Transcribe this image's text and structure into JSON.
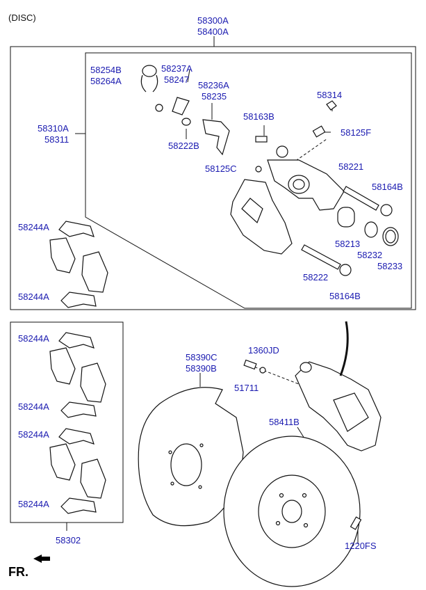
{
  "header": {
    "disc_label": "(DISC)"
  },
  "labels": {
    "p58300A": "58300A",
    "p58400A": "58400A",
    "p58254B": "58254B",
    "p58264A": "58264A",
    "p58237A": "58237A",
    "p58247": "58247",
    "p58236A": "58236A",
    "p58235": "58235",
    "p58314": "58314",
    "p58163B": "58163B",
    "p58125F": "58125F",
    "p58310A": "58310A",
    "p58311": "58311",
    "p58222B": "58222B",
    "p58125C": "58125C",
    "p58221": "58221",
    "p58164B_top": "58164B",
    "p58244A_1": "58244A",
    "p58244A_2": "58244A",
    "p58213": "58213",
    "p58232": "58232",
    "p58233": "58233",
    "p58222": "58222",
    "p58164B_bot": "58164B",
    "p58244A_3": "58244A",
    "p58244A_4": "58244A",
    "p58244A_5": "58244A",
    "p58244A_6": "58244A",
    "p58390C": "58390C",
    "p58390B": "58390B",
    "p1360JD": "1360JD",
    "p51711": "51711",
    "p58411B": "58411B",
    "p1220FS": "1220FS",
    "p58302": "58302"
  },
  "footer": {
    "front_label": "FR."
  },
  "colors": {
    "label": "#1a1ab0",
    "line": "#111111"
  }
}
